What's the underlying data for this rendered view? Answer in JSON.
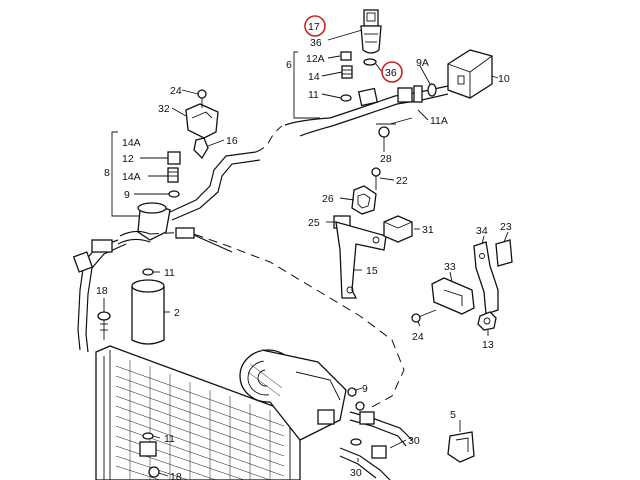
{
  "labels": [
    {
      "id": "17",
      "text": "17",
      "highlight": true
    },
    {
      "id": "36a",
      "text": "36"
    },
    {
      "id": "12A",
      "text": "12A"
    },
    {
      "id": "6",
      "text": "6"
    },
    {
      "id": "14a",
      "text": "14"
    },
    {
      "id": "36b",
      "text": "36",
      "highlight": true
    },
    {
      "id": "11a",
      "text": "11"
    },
    {
      "id": "9A",
      "text": "9A"
    },
    {
      "id": "10",
      "text": "10"
    },
    {
      "id": "11A",
      "text": "11A"
    },
    {
      "id": "24a",
      "text": "24"
    },
    {
      "id": "32",
      "text": "32"
    },
    {
      "id": "16",
      "text": "16"
    },
    {
      "id": "14A",
      "text": "14A"
    },
    {
      "id": "12",
      "text": "12"
    },
    {
      "id": "8",
      "text": "8"
    },
    {
      "id": "14Ab",
      "text": "14A"
    },
    {
      "id": "9a",
      "text": "9"
    },
    {
      "id": "28",
      "text": "28"
    },
    {
      "id": "22",
      "text": "22"
    },
    {
      "id": "26",
      "text": "26"
    },
    {
      "id": "25",
      "text": "25"
    },
    {
      "id": "31",
      "text": "31"
    },
    {
      "id": "15",
      "text": "15"
    },
    {
      "id": "34",
      "text": "34"
    },
    {
      "id": "23",
      "text": "23"
    },
    {
      "id": "33",
      "text": "33"
    },
    {
      "id": "11b",
      "text": "11"
    },
    {
      "id": "18a",
      "text": "18"
    },
    {
      "id": "2",
      "text": "2"
    },
    {
      "id": "24b",
      "text": "24"
    },
    {
      "id": "13",
      "text": "13"
    },
    {
      "id": "9b",
      "text": "9"
    },
    {
      "id": "5",
      "text": "5"
    },
    {
      "id": "11c",
      "text": "11"
    },
    {
      "id": "30a",
      "text": "30"
    },
    {
      "id": "30b",
      "text": "30"
    },
    {
      "id": "18b",
      "text": "18"
    }
  ]
}
